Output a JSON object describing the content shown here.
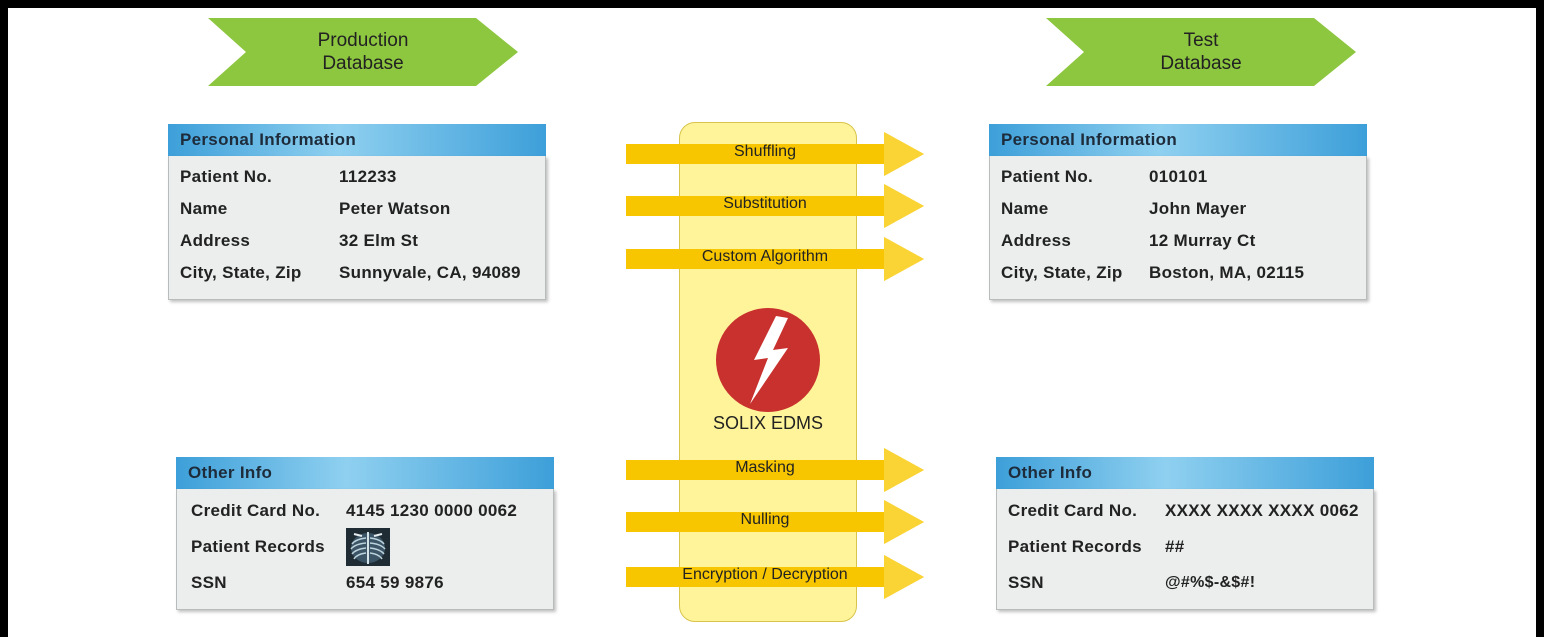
{
  "source_label": [
    "Production",
    "Database"
  ],
  "target_label": [
    "Test",
    "Database"
  ],
  "source": {
    "personal": {
      "title": "Personal Information",
      "rows": [
        {
          "k": "Patient No.",
          "v": "112233"
        },
        {
          "k": "Name",
          "v": "Peter Watson"
        },
        {
          "k": "Address",
          "v": "32 Elm St"
        },
        {
          "k": "City, State, Zip",
          "v": "Sunnyvale, CA, 94089"
        }
      ]
    },
    "other": {
      "title": "Other Info",
      "rows": [
        {
          "k": "Credit Card No.",
          "v": "4145 1230 0000 0062"
        },
        {
          "k": "Patient Records",
          "v": ""
        },
        {
          "k": "SSN",
          "v": "654 59 9876"
        }
      ]
    }
  },
  "target": {
    "personal": {
      "title": "Personal Information",
      "rows": [
        {
          "k": "Patient No.",
          "v": "010101"
        },
        {
          "k": "Name",
          "v": "John Mayer"
        },
        {
          "k": "Address",
          "v": "12 Murray Ct"
        },
        {
          "k": "City, State, Zip",
          "v": "Boston, MA, 02115"
        }
      ]
    },
    "other": {
      "title": "Other Info",
      "rows": [
        {
          "k": "Credit Card No.",
          "v": "XXXX XXXX XXXX 0062"
        },
        {
          "k": "Patient Records",
          "v": "##"
        },
        {
          "k": "SSN",
          "v": "@#%$-&$#!"
        }
      ]
    }
  },
  "techniques": [
    "Shuffling",
    "Substitution",
    "Custom Algorithm",
    "Masking",
    "Nulling",
    "Encryption / Decryption"
  ],
  "product": "SOLIX EDMS",
  "icons": {
    "record_image": "xray-icon",
    "logo": "lightning-bolt-icon"
  },
  "colors": {
    "chevron": "#8dc63f",
    "arrow": "#f7c600",
    "band": "#fff49a",
    "logo": "#c8312d",
    "header": "#3d9fd9"
  }
}
